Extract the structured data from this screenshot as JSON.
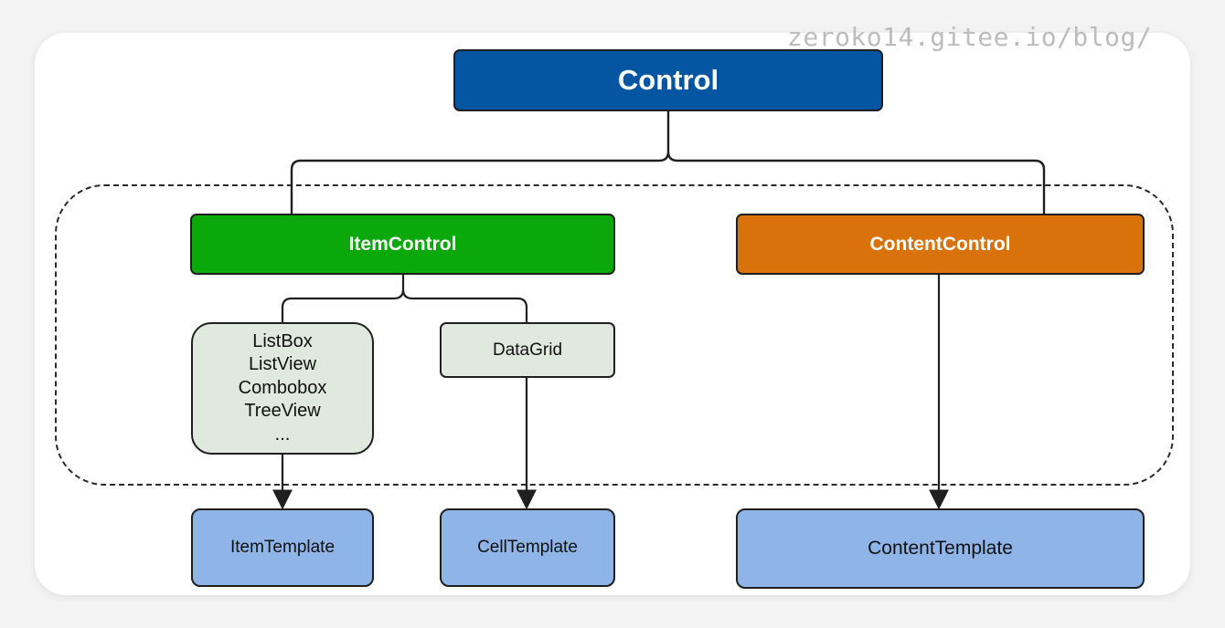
{
  "watermark": "zeroko14.gitee.io/blog/",
  "nodes": {
    "root": "Control",
    "item_control": "ItemControl",
    "content_control": "ContentControl",
    "item_list": [
      "ListBox",
      "ListView",
      "Combobox",
      "TreeView",
      "..."
    ],
    "data_grid": "DataGrid",
    "item_template": "ItemTemplate",
    "cell_template": "CellTemplate",
    "content_template": "ContentTemplate"
  },
  "colors": {
    "root": "#0456a3",
    "item_control": "#0aa80a",
    "content_control": "#d9720a",
    "collection_box": "#dfe9dd",
    "template_box": "#8fb4e8"
  }
}
